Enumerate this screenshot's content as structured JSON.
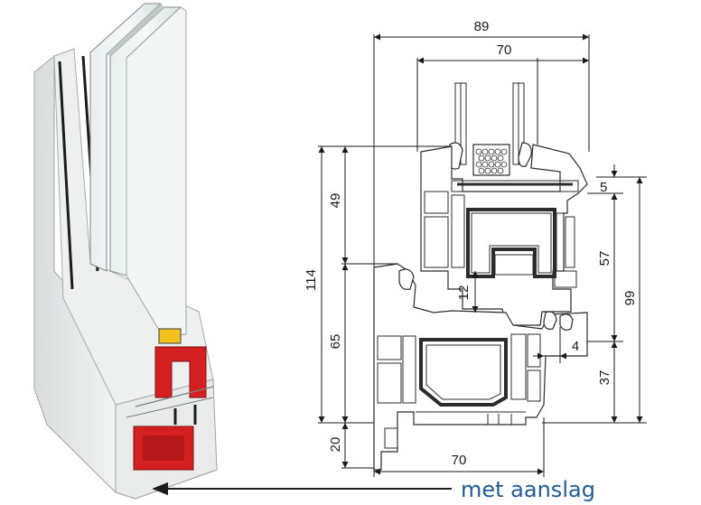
{
  "dimensions": {
    "frame_depth": "89",
    "sash_depth": "70",
    "bottom_width": "70",
    "total_height": "114",
    "upper_height": "49",
    "lower_height": "65",
    "sill_height": "20",
    "gasket_offset": "5",
    "sash_height": "57",
    "sash_total": "99",
    "frame_height": "37",
    "rebate": "12",
    "clearance": "4"
  },
  "caption": {
    "text": "met aanslag"
  },
  "colors": {
    "caption": "#1f5c99",
    "seal": "#d42020",
    "gasket": "#1c1c1c",
    "glass": "#cfdad8"
  }
}
